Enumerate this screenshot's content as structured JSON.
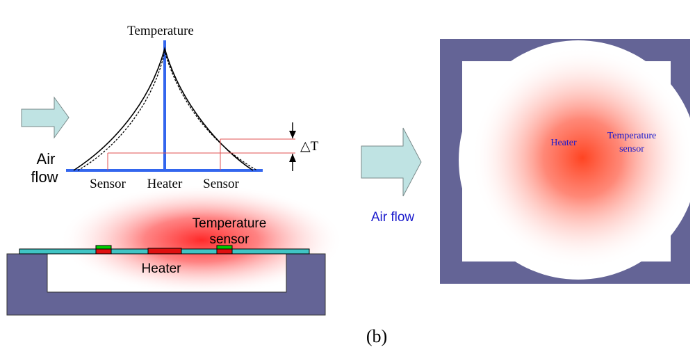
{
  "left_graph": {
    "axis_label": "Temperature",
    "air_flow_line1": "Air",
    "air_flow_line2": "flow",
    "sensor_left": "Sensor",
    "heater": "Heater",
    "sensor_right": "Sensor",
    "delta_t": "△T"
  },
  "cross_section": {
    "temp_sensor_line1": "Temperature",
    "temp_sensor_line2": "sensor",
    "heater": "Heater"
  },
  "top_view": {
    "air_flow": "Air flow",
    "heater": "Heater",
    "temp_sensor_line1": "Temperature",
    "temp_sensor_line2": "sensor"
  },
  "caption": "(b)",
  "colors": {
    "substrate": "#646496",
    "membrane": "#40c4c4",
    "heater": "#e01010",
    "sensor": "#00cc00",
    "axis_blue": "#3366ee",
    "arrow_fill": "#bfe3e3",
    "label_blue": "#1a1acc",
    "guide_red": "#e05050"
  }
}
